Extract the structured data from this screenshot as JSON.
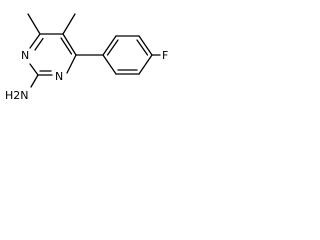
{
  "molecule": {
    "atoms": {
      "nitrogen_top": "N",
      "nitrogen_bottom": "N",
      "fluorine": "F",
      "amine": "H2N"
    }
  }
}
